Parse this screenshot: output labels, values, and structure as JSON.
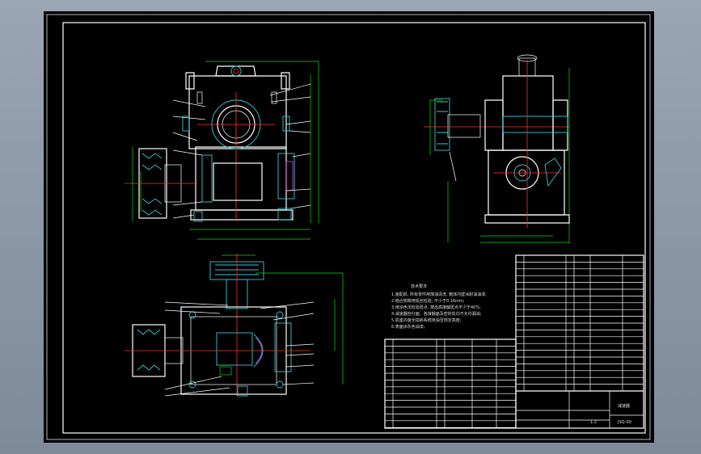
{
  "drawing": {
    "title_block_text": "减速器",
    "drawing_number": "JSQ-00",
    "scale_label": "1:2",
    "background": "#000000",
    "line_colors": {
      "outline": "#ffffff",
      "dimension": "#00e000",
      "centerline": "#ff3030",
      "section_hatch": "#39c6d4",
      "highlight": "#e040e0"
    }
  },
  "notes": {
    "heading": "技术要求",
    "lines": [
      "1.装配前, 所有零件用煤油清洗, 箱体内壁涂耐油油漆;",
      "2.啮合侧隙用铅丝检验, 不小于0.16mm;",
      "3.用涂色法检验斑点, 按齿高接触斑点不少于40%;",
      "4.减速器剖分面、各接触面及密封处均不允许漏油;",
      "5.机座内装全损耗系统用油至规定高度;",
      "6.表面涂灰色油漆。"
    ]
  }
}
